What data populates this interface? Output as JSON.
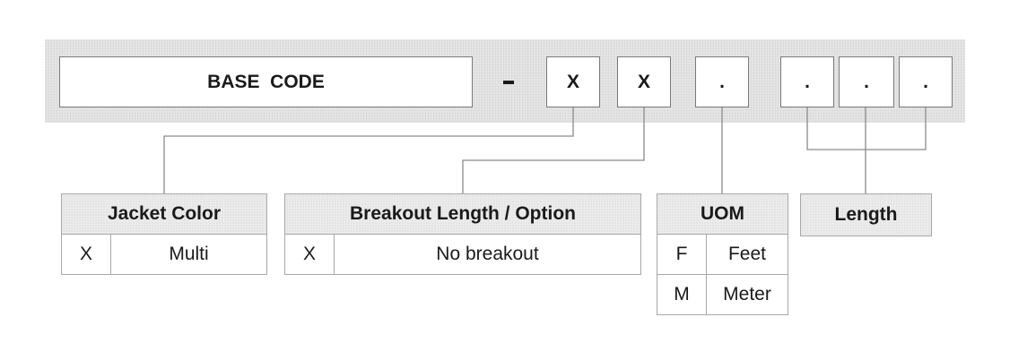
{
  "code_bar": {
    "base_code": "BASE  CODE",
    "separator": "-",
    "jacket_slot": "X",
    "breakout_slot": "X",
    "uom_slot": ".",
    "length_slots": [
      ".",
      ".",
      "."
    ]
  },
  "tables": {
    "jacket_color": {
      "header": "Jacket Color",
      "rows": [
        {
          "code": "X",
          "value": "Multi"
        }
      ]
    },
    "breakout": {
      "header": "Breakout Length / Option",
      "rows": [
        {
          "code": "X",
          "value": "No breakout"
        }
      ]
    },
    "uom": {
      "header": "UOM",
      "rows": [
        {
          "code": "F",
          "value": "Feet"
        },
        {
          "code": "M",
          "value": "Meter"
        }
      ]
    },
    "length": {
      "header": "Length"
    }
  },
  "colors": {
    "band": "#e5e5e5",
    "box_border": "#7a7a7a",
    "table_border": "#a8a8a8",
    "header_fill": "#ececec",
    "connector": "#8a8a8a"
  }
}
